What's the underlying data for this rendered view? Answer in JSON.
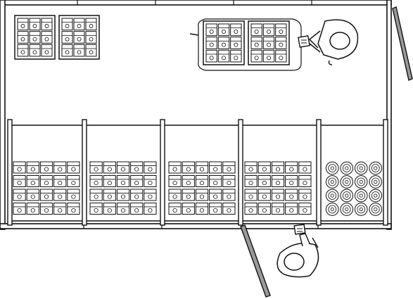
{
  "scene": {
    "colors": {
      "ink": "#111111",
      "paper": "#ffffff",
      "wall_fill": "#9a9a9a"
    },
    "racks": [
      {
        "kind": "box-rack",
        "rows": 3,
        "cols": 3
      },
      {
        "kind": "box-rack",
        "rows": 3,
        "cols": 3
      },
      {
        "kind": "box-rack",
        "rows": 3,
        "cols": 3
      },
      {
        "kind": "box-rack",
        "rows": 3,
        "cols": 3
      }
    ],
    "bays": [
      {
        "kind": "box-bay",
        "rows": 4,
        "cols": 5
      },
      {
        "kind": "box-bay",
        "rows": 4,
        "cols": 5
      },
      {
        "kind": "box-bay",
        "rows": 4,
        "cols": 5
      },
      {
        "kind": "box-bay",
        "rows": 4,
        "cols": 5
      },
      {
        "kind": "roll-bay",
        "rows": 4,
        "cols": 4
      }
    ],
    "figures": [
      {
        "role": "operator",
        "item": "barcode-scanner"
      },
      {
        "role": "worker",
        "item": "barcode-scanner"
      }
    ],
    "doors": [
      "side-door-open",
      "front-door-open"
    ]
  }
}
